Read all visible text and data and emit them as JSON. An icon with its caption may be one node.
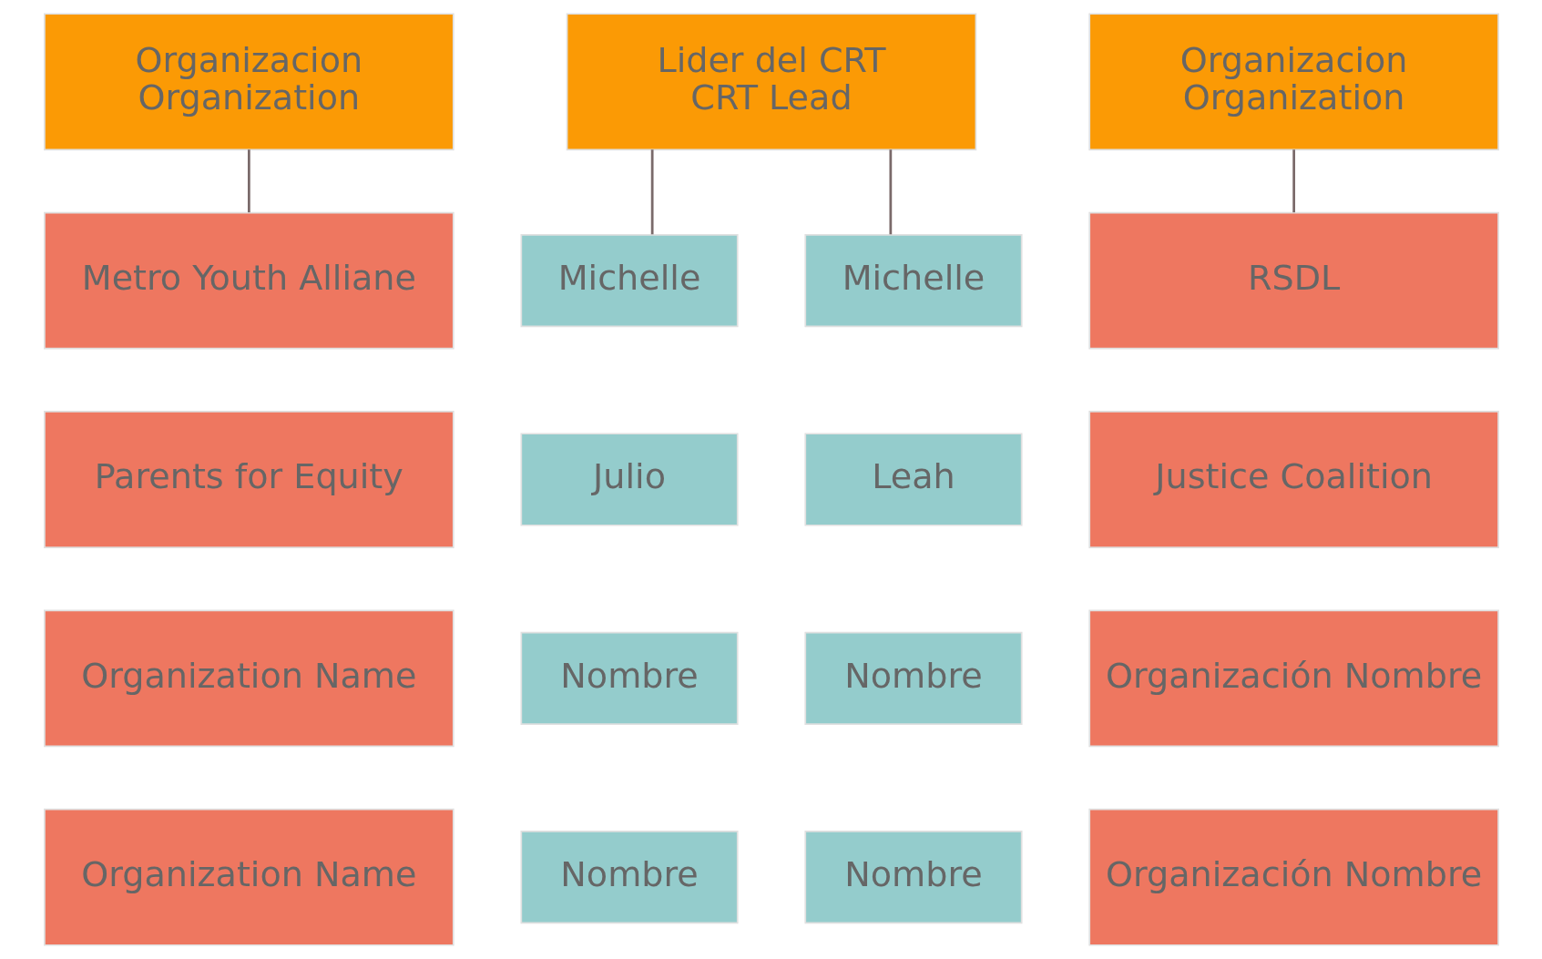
{
  "diagram": {
    "nodes": [
      {
        "text": [
          "Organizacion",
          "Organization"
        ]
      },
      {
        "text": [
          "Lider del CRT",
          "CRT Lead"
        ]
      },
      {
        "text": [
          "Organizacion",
          "Organization"
        ]
      },
      {
        "text": [
          "Metro Youth Alliane"
        ]
      },
      {
        "text": [
          "Michelle"
        ]
      },
      {
        "text": [
          "Michelle"
        ]
      },
      {
        "text": [
          "RSDL"
        ]
      },
      {
        "text": [
          "Parents for Equity"
        ]
      },
      {
        "text": [
          "Julio"
        ]
      },
      {
        "text": [
          "Leah"
        ]
      },
      {
        "text": [
          "Justice Coalition"
        ]
      },
      {
        "text": [
          "Organization Name"
        ]
      },
      {
        "text": [
          "Nombre"
        ]
      },
      {
        "text": [
          "Nombre"
        ]
      },
      {
        "text": [
          "Organización Nombre"
        ]
      },
      {
        "text": [
          "Organization Name"
        ]
      },
      {
        "text": [
          "Nombre"
        ]
      },
      {
        "text": [
          "Nombre"
        ]
      },
      {
        "text": [
          "Organización Nombre"
        ]
      }
    ],
    "edges": [
      {
        "from": 0,
        "to": 3,
        "arrow": "none"
      },
      {
        "from": 1,
        "to": 4,
        "arrow": "none"
      },
      {
        "from": 1,
        "to": 5,
        "arrow": "none"
      },
      {
        "from": 2,
        "to": 6,
        "arrow": "none"
      }
    ]
  }
}
